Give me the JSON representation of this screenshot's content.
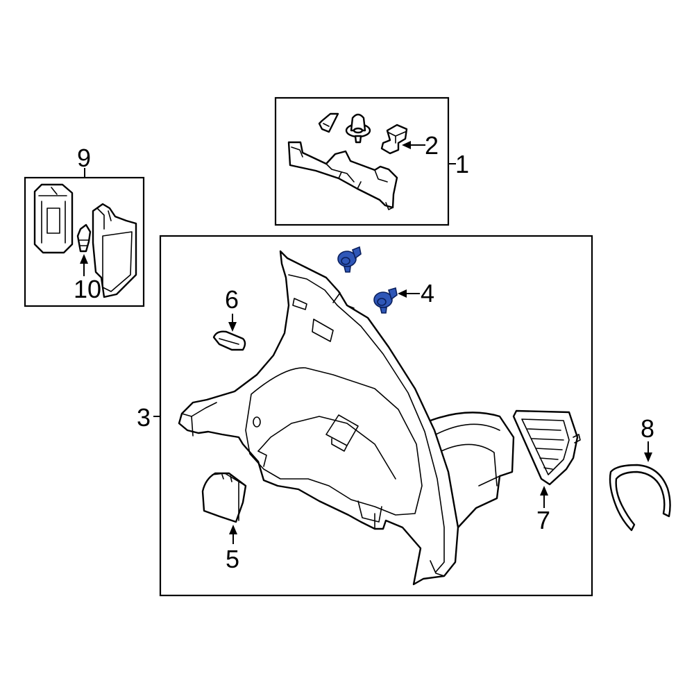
{
  "callouts": {
    "c1": "1",
    "c2": "2",
    "c3": "3",
    "c4": "4",
    "c5": "5",
    "c6": "6",
    "c7": "7",
    "c8": "8",
    "c9": "9",
    "c10": "10"
  },
  "colors": {
    "highlight": "#2f57b8",
    "line": "#000000",
    "background": "#ffffff"
  }
}
